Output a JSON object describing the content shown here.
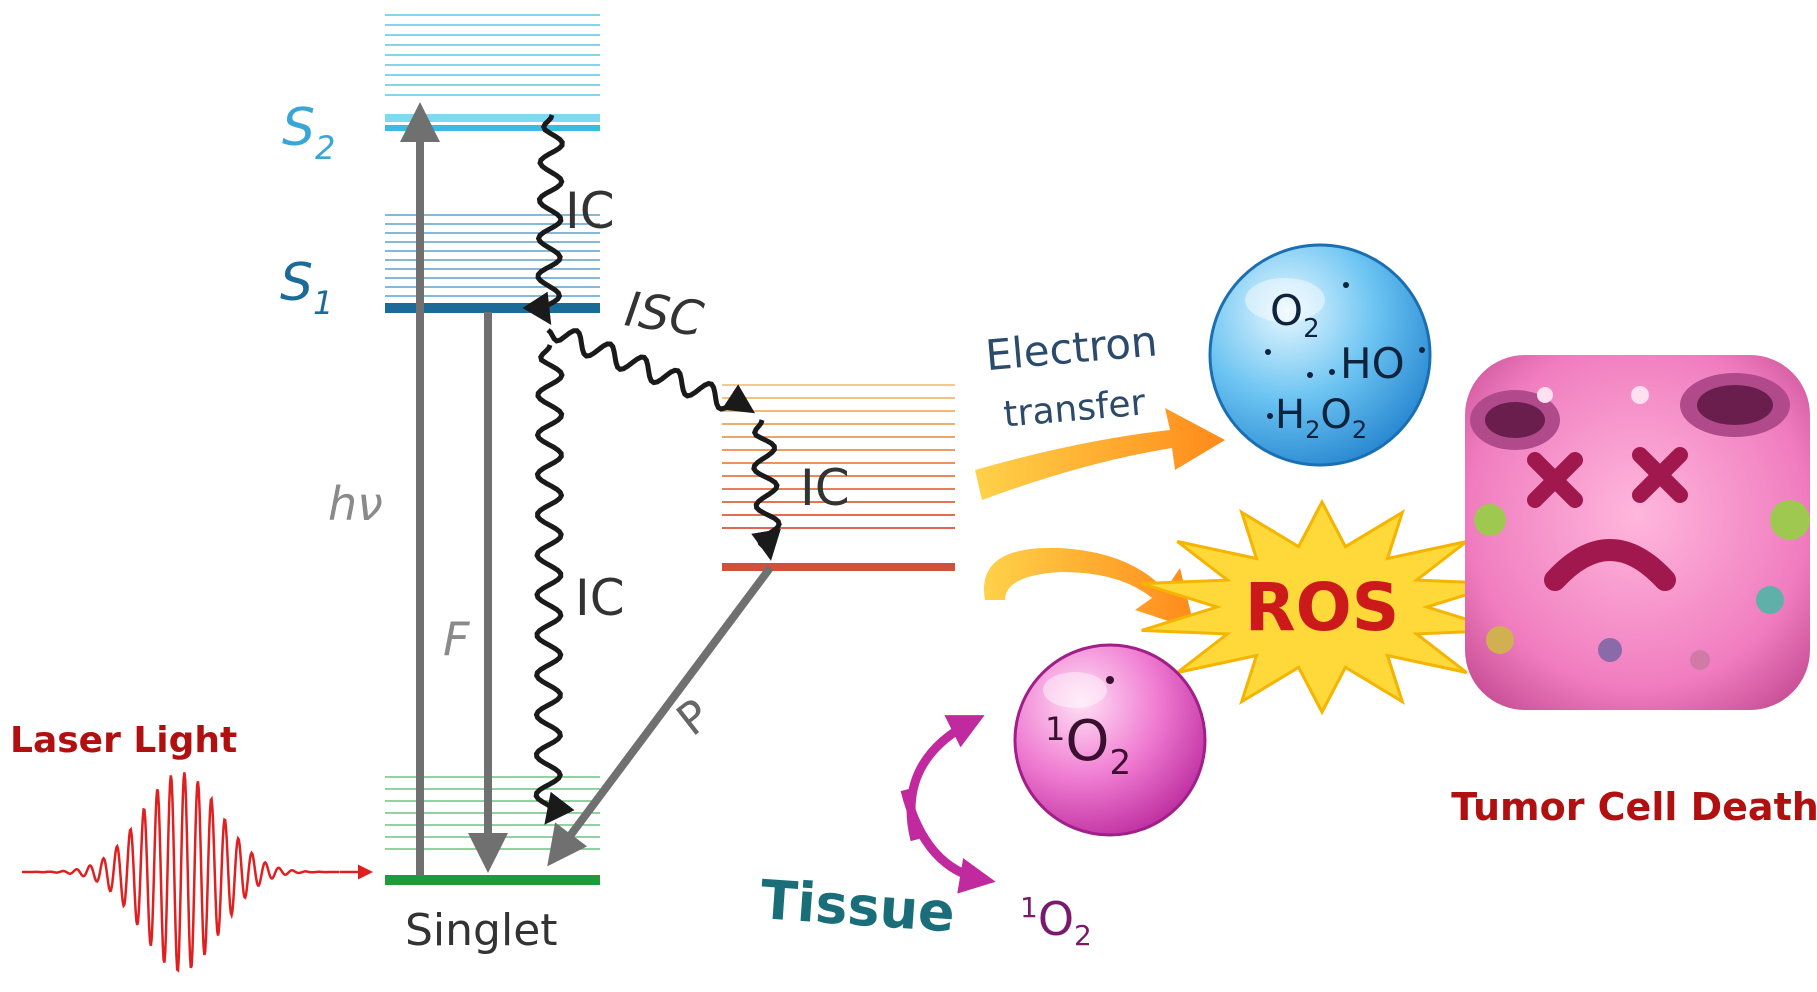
{
  "levels": {
    "s2_label": "S",
    "s2_sub": "2",
    "s1_label": "S",
    "s1_sub": "1",
    "ground_label": "Singlet"
  },
  "transitions": {
    "absorption": "hν",
    "fluorescence": "F",
    "ic_top": "IC",
    "isc": "ISC",
    "ic_triplet": "IC",
    "ic_long": "IC",
    "phosphorescence": "P"
  },
  "laser": {
    "label": "Laser Light"
  },
  "electron_transfer": {
    "line1": "Electron",
    "line2": "transfer"
  },
  "radical_bubble": {
    "o2_main": "O",
    "o2_sub": "2",
    "ho": "HO",
    "h2o2_h": "H",
    "h2o2_sub1": "2",
    "h2o2_o": "O",
    "h2o2_sub2": "2"
  },
  "ros": {
    "label": "ROS"
  },
  "singlet_oxygen": {
    "bubble_sup": "1",
    "bubble_main": "O",
    "bubble_sub": "2",
    "free_sup": "1",
    "free_main": "O",
    "free_sub": "2"
  },
  "tissue": {
    "label": "Tissue"
  },
  "tumor": {
    "caption": "Tumor Cell Death"
  },
  "colors": {
    "s2": "#3bbbe0",
    "s1": "#1b6b99",
    "ground": "#1e9c3c",
    "triplet": "#e0533f",
    "laser": "#e02020",
    "caption_red": "#b01010",
    "tissue": "#1a6e7a",
    "magenta": "#b82b9a",
    "ros_text": "#cc1a1a",
    "arrow_gray": "#707070"
  }
}
